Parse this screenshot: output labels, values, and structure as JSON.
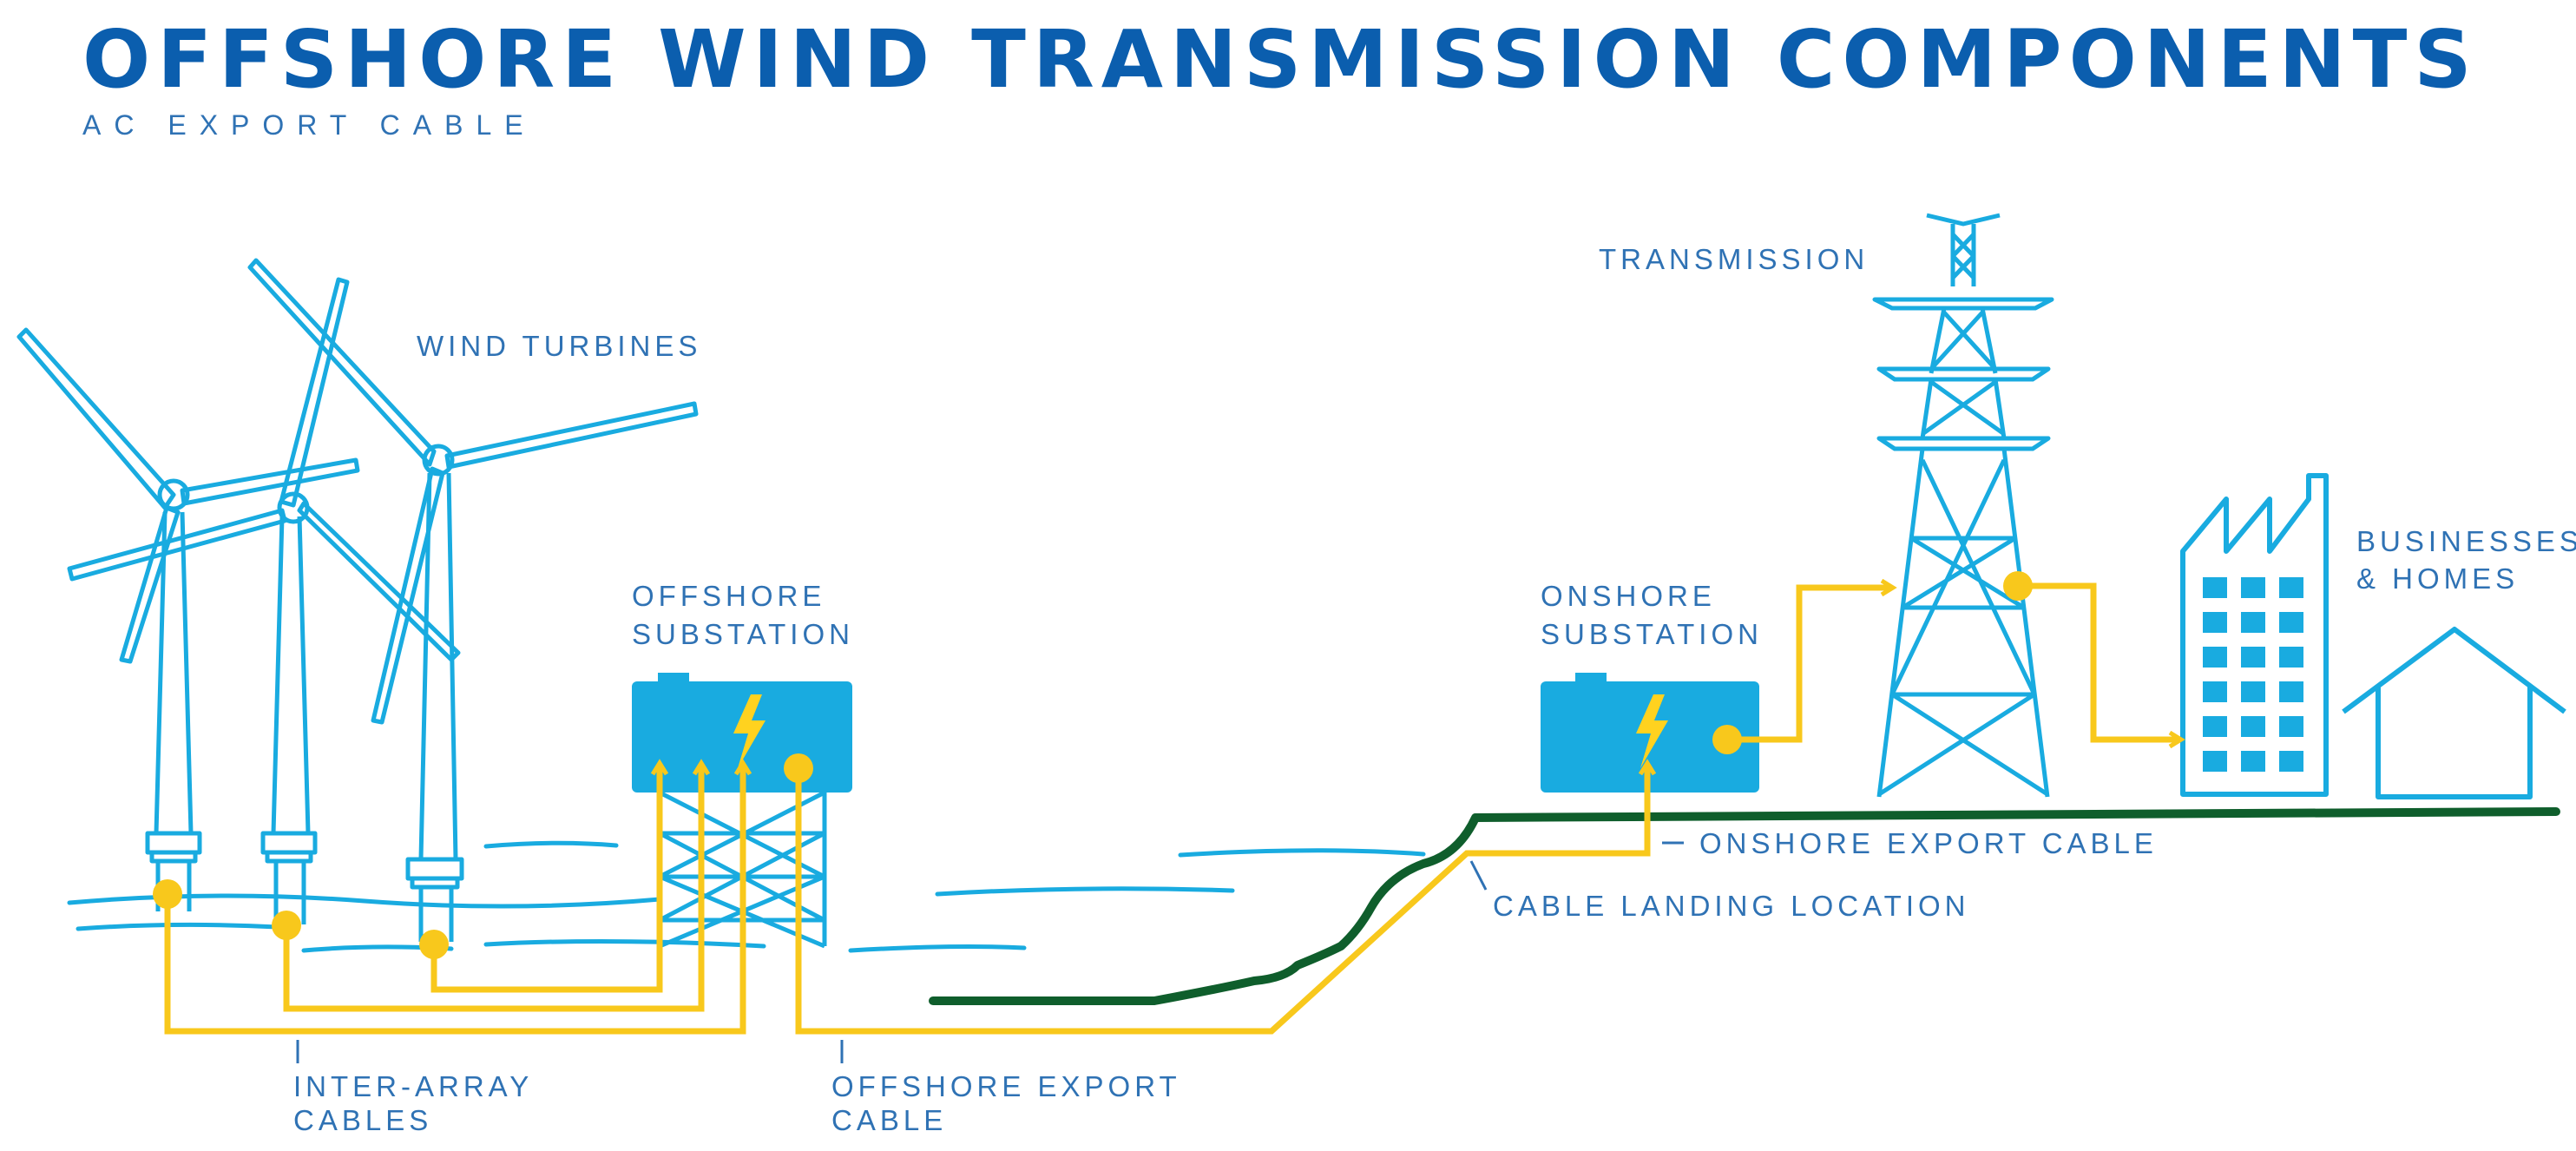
{
  "header": {
    "title": "OFFSHORE WIND TRANSMISSION COMPONENTS",
    "subtitle": "AC EXPORT CABLE"
  },
  "labels": {
    "wind_turbines": "WIND TURBINES",
    "offshore_substation_line1": "OFFSHORE",
    "offshore_substation_line2": "SUBSTATION",
    "onshore_substation_line1": "ONSHORE",
    "onshore_substation_line2": "SUBSTATION",
    "transmission": "TRANSMISSION",
    "businesses_line1": "BUSINESSES",
    "businesses_line2": "& HOMES",
    "onshore_export_cable": "ONSHORE EXPORT CABLE",
    "cable_landing_location": "CABLE LANDING LOCATION",
    "inter_array_line1": "INTER-ARRAY",
    "inter_array_line2": "CABLES",
    "offshore_export_line1": "OFFSHORE EXPORT",
    "offshore_export_line2": "CABLE"
  },
  "colors": {
    "title_blue": "#0b5eae",
    "label_blue": "#2f72b4",
    "cyan": "#19abe0",
    "cable_yellow": "#f8c81c",
    "land_green": "#0f5e2c",
    "bolt_yellow": "#ffd21f"
  }
}
